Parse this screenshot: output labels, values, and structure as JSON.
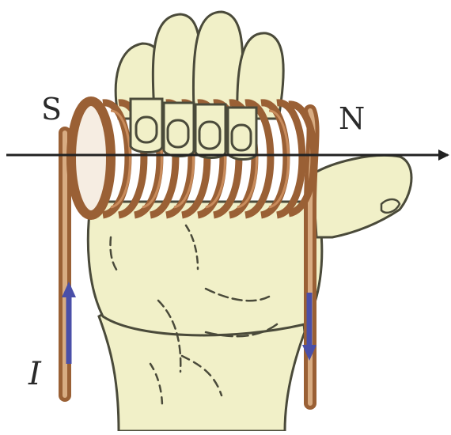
{
  "labels": {
    "south_pole": "S",
    "north_pole": "N",
    "current": "I"
  },
  "colors": {
    "hand_fill": "#f1f0c8",
    "hand_outline": "#4a4a3a",
    "coil": "#9a6035",
    "coil_highlight": "#c98c5c",
    "axis_arrow": "#222222",
    "current_arrow": "#4a4fa8"
  },
  "icons": {
    "axis": "right-arrow",
    "current_up": "up-arrow",
    "current_down": "down-arrow"
  }
}
